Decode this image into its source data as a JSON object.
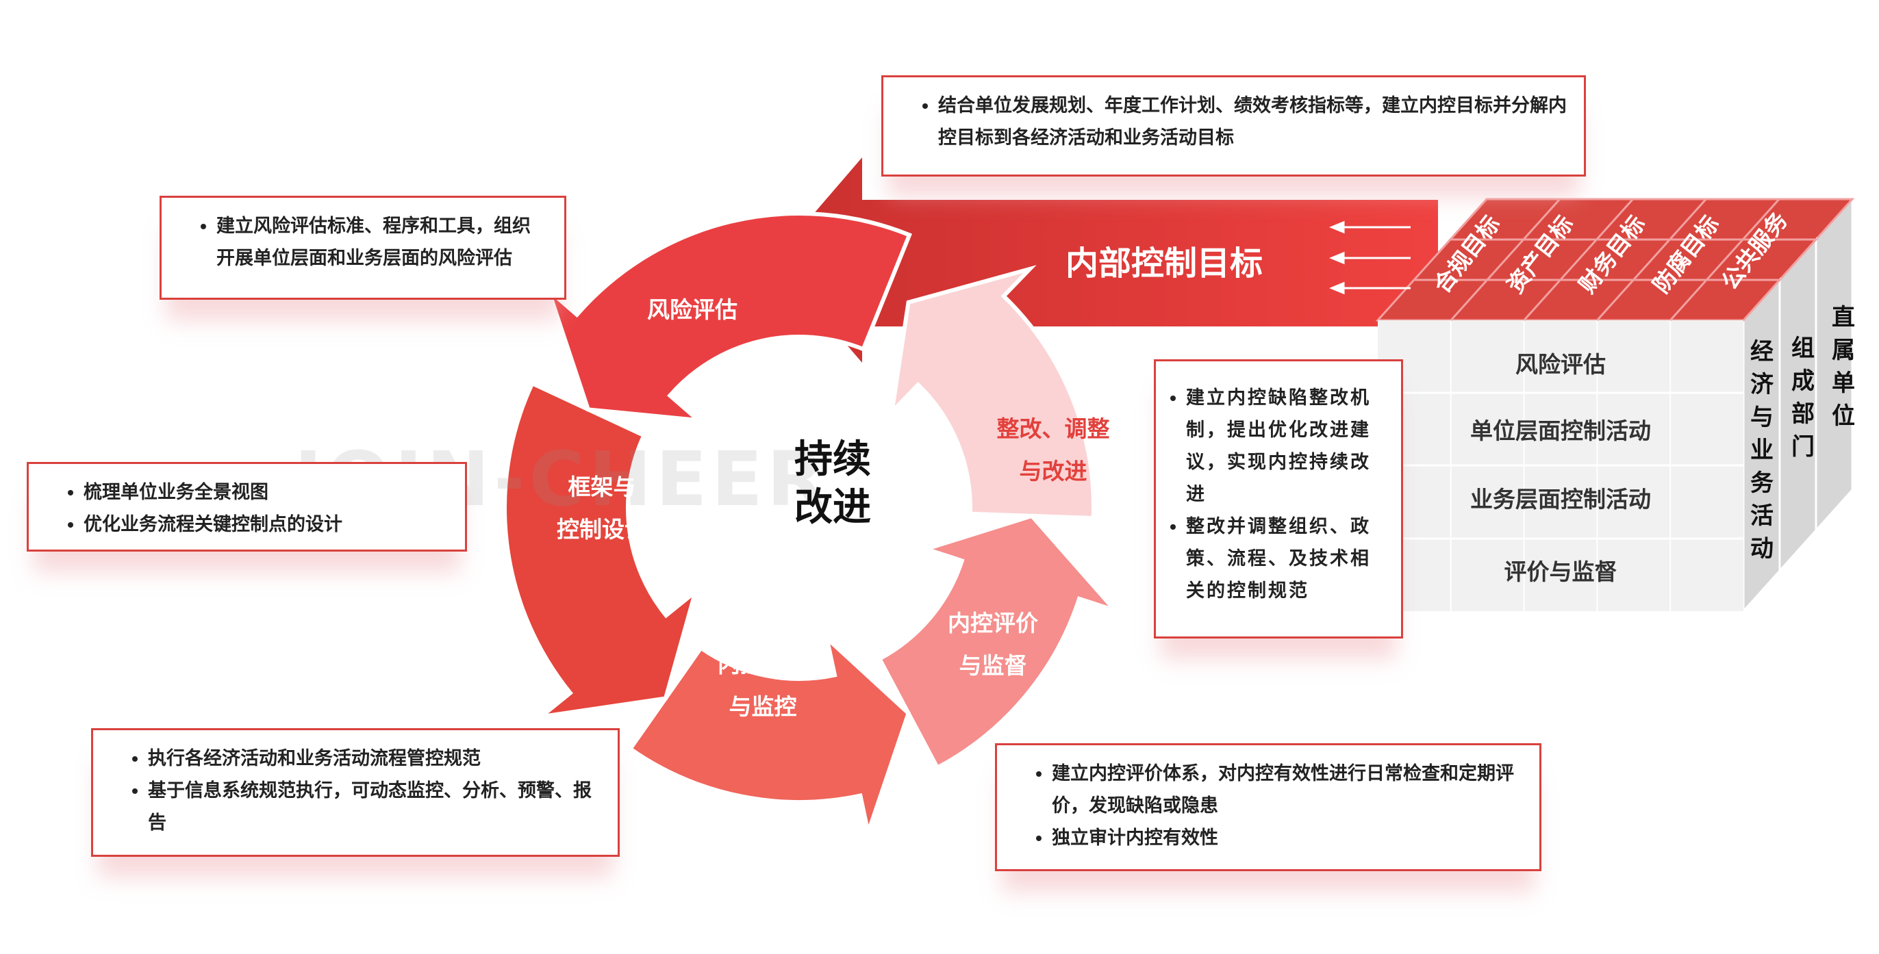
{
  "watermark": "JOIN-CHEER",
  "center_label": [
    "持续",
    "改进"
  ],
  "band": {
    "title": "内部控制目标"
  },
  "cycle": [
    {
      "id": "risk",
      "lines": [
        "风险评估"
      ],
      "color": "#ea3f42"
    },
    {
      "id": "design",
      "lines": [
        "框架与",
        "控制设计"
      ],
      "color": "#e5453c"
    },
    {
      "id": "exec",
      "lines": [
        "内控执行",
        "与监控"
      ],
      "color": "#f0645a"
    },
    {
      "id": "eval",
      "lines": [
        "内控评价",
        "与监督"
      ],
      "color": "#f58e8c"
    },
    {
      "id": "improve",
      "lines": [
        "整改、调整",
        "与改进"
      ],
      "color": "#fbd3d4"
    }
  ],
  "cube": {
    "top_labels": [
      "合规目标",
      "资产目标",
      "财务目标",
      "防腐目标",
      "公共服务"
    ],
    "rows": [
      "风险评估",
      "单位层面控制活动",
      "业务层面控制活动",
      "评价与监督"
    ],
    "depth_labels": [
      "经济与业务活动",
      "组成部门",
      "直属单位"
    ]
  },
  "boxes": {
    "objectives": [
      "结合单位发展规划、年度工作计划、绩效考核指标等，建立内控目标并分解内控目标到各经济活动和业务活动目标"
    ],
    "risk": [
      "建立风险评估标准、程序和工具，组织开展单位层面和业务层面的风险评估"
    ],
    "design": [
      "梳理单位业务全景视图",
      "优化业务流程关键控制点的设计"
    ],
    "exec": [
      "执行各经济活动和业务活动流程管控规范",
      "基于信息系统规范执行，可动态监控、分析、预警、报告"
    ],
    "eval": [
      "建立内控评价体系，对内控有效性进行日常检查和定期评价，发现缺陷或隐患",
      "独立审计内控有效性"
    ],
    "improve": [
      "建立内控缺陷整改机制，提出优化改进建议，实现内控持续改进",
      "整改并调整组织、政策、流程、及技术相关的控制规范"
    ]
  }
}
